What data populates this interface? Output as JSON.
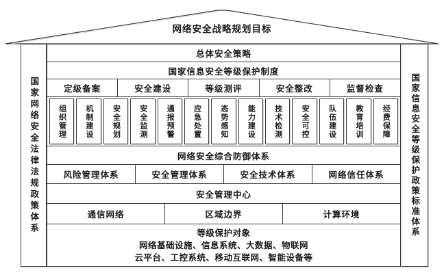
{
  "roof": {
    "label": "网络安全战略规划目标"
  },
  "left_pillar": {
    "label": "国家网络安全法律法规政策体系"
  },
  "right_pillar": {
    "label": "国家信息安全等级保护政策标准体系"
  },
  "rows": {
    "overall_policy": "总体安全策略",
    "protection_system": "国家信息安全等级保护制度",
    "protection_steps": [
      "定级备案",
      "安全建设",
      "等级测评",
      "安全整改",
      "监督检查"
    ],
    "defense_columns": [
      "组织管理",
      "机制建设",
      "安全规划",
      "安全监测",
      "通报预警",
      "应急处置",
      "态势感知",
      "能力建设",
      "技术检测",
      "安全可控",
      "队伍建设",
      "教育培训",
      "经费保障"
    ],
    "defense_system": "网络安全综合防御体系",
    "systems": [
      "风险管理体系",
      "安全管理体系",
      "安全技术体系",
      "网络信任体系"
    ],
    "management_center": "安全管理中心",
    "environments": [
      "通信网络",
      "区域边界",
      "计算环境"
    ],
    "protected_objects": {
      "title": "等级保护对象",
      "line2": "网络基础设施、信息系统、大数据、物联网",
      "line3": "云平台、工控系统、移动互联网、智能设备等"
    }
  },
  "colors": {
    "line": "#3a3a3a",
    "text": "#1a1a1a",
    "background": "#ffffff"
  }
}
